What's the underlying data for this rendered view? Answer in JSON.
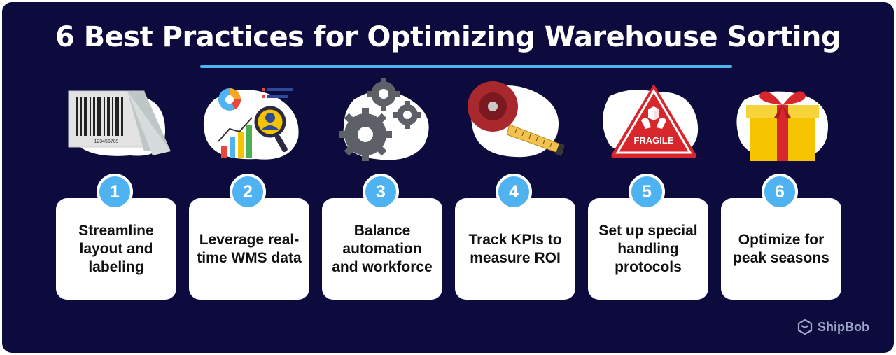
{
  "title": "6 Best Practices for Optimizing Warehouse Sorting",
  "steps": [
    {
      "number": "1",
      "label": "Streamline layout and labeling",
      "icon": "barcode-icon"
    },
    {
      "number": "2",
      "label": "Leverage real-time WMS data",
      "icon": "analytics-icon"
    },
    {
      "number": "3",
      "label": "Balance automation and workforce",
      "icon": "gears-icon"
    },
    {
      "number": "4",
      "label": "Track KPIs to measure ROI",
      "icon": "tape-measure-icon"
    },
    {
      "number": "5",
      "label": "Set up special handling protocols",
      "icon": "fragile-sign-icon"
    },
    {
      "number": "6",
      "label": "Optimize for peak seasons",
      "icon": "gift-box-icon"
    }
  ],
  "barcode_number": "123456789",
  "fragile_text": "FRAGILE",
  "brand": "ShipBob",
  "colors": {
    "background": "#0d0a3d",
    "accent": "#4fb3f2",
    "card": "#ffffff"
  }
}
